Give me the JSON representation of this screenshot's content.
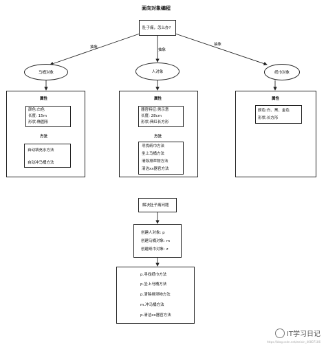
{
  "title": "面向对象编程",
  "start": "肚子痛，怎么办?",
  "edge_labels": [
    "抽象",
    "抽象",
    "抽象"
  ],
  "objects": [
    {
      "name": "马桶对象",
      "attr_title": "属性",
      "attrs": [
        "颜色:白色",
        "长度: 15m",
        "形状:椭圆形"
      ],
      "method_title": "方法",
      "methods": [
        "自动填充水方法",
        "自动冲马桶方法"
      ]
    },
    {
      "name": "人对象",
      "attr_title": "属性",
      "attrs": [
        "器官特征:男示意",
        "长度: 28cm",
        "形状:典红长方形"
      ],
      "method_title": "方法",
      "methods": [
        "寻找纸巾方法",
        "坐上马桶方法",
        "清除排泄物方法",
        "清洁xx器官方法"
      ]
    },
    {
      "name": "纸巾对象",
      "attr_title": "属性",
      "attrs": [
        "颜色:白、黑、金色",
        "形状:长方形"
      ],
      "method_title": "",
      "methods": []
    }
  ],
  "solve": "解决肚子痛问题",
  "create": [
    "创建人对象: p",
    "创建马桶对象: m",
    "创建纸巾对象: z"
  ],
  "steps": [
    "p.寻找纸巾方法",
    "p.坐上马桶方法",
    "p.清除排泄物方法",
    "m.冲马桶方法",
    "p.清洁xx器官方法"
  ],
  "watermark": "IT学习日记",
  "url": "https://blog.csdn.net/weixin_40807186"
}
